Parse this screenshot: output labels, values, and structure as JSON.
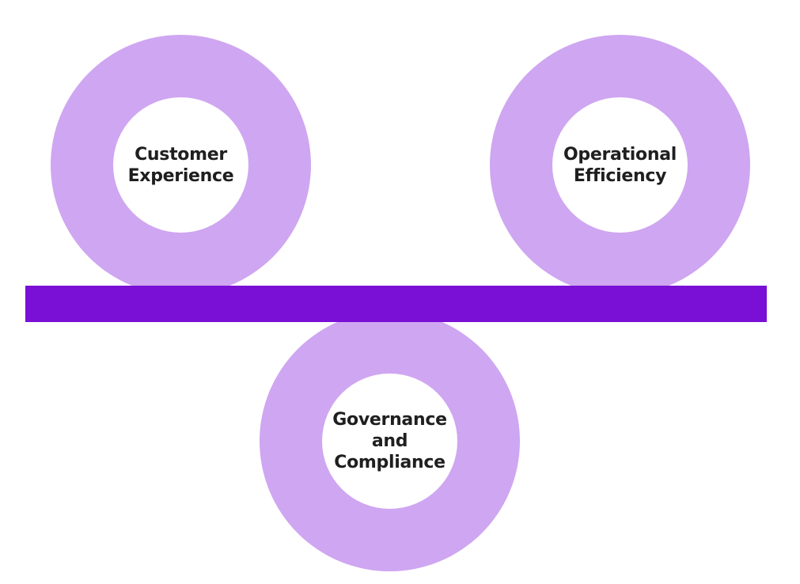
{
  "colors": {
    "ring": "#cfa6f1",
    "bar": "#7a10d6",
    "text": "#1f1f1f"
  },
  "nodes": [
    {
      "label": "Customer\nExperience"
    },
    {
      "label": "Operational\nEfficiency"
    },
    {
      "label": "Governance\nand\nCompliance"
    }
  ]
}
